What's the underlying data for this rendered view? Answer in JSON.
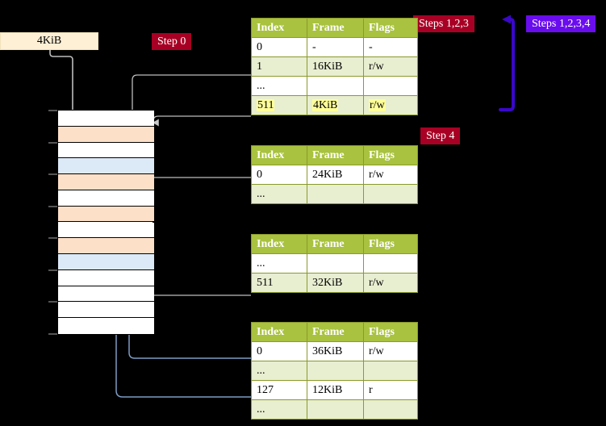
{
  "diagram": {
    "title_badges": [
      {
        "id": "steps-123",
        "label": "Steps 1,2,3",
        "color": "#a80024"
      },
      {
        "id": "steps-1234",
        "label": "Steps 1,2,3,4",
        "color": "#6a0dee"
      },
      {
        "id": "step-4",
        "label": "Step 4",
        "color": "#a80024"
      },
      {
        "id": "step-0",
        "label": "Step 0",
        "color": "#a80024"
      }
    ],
    "frame_box": {
      "label": "4KiB",
      "fill": "#fdf0d5"
    },
    "colors": {
      "table_header_bg": "#a9c23f",
      "table_header_fg": "#ffffff",
      "table_alt_row_bg": "#e8eed0",
      "table_border": "#8a9a2b",
      "highlight": "#ffff99",
      "wire_gray": "#bdbdbd",
      "wire_blue": "#7d9cc4",
      "accent_violet": "#6a0dee",
      "accent_crimson": "#a80024",
      "mem_peach": "#fde0c8",
      "mem_blue": "#dce9f7",
      "background": "#000000"
    },
    "columns": [
      "Index",
      "Frame",
      "Flags"
    ],
    "tables": [
      {
        "id": "pml4-table",
        "rows": [
          {
            "cells": [
              "0",
              "-",
              "-"
            ],
            "alt": false,
            "highlight": false
          },
          {
            "cells": [
              "1",
              "16KiB",
              "r/w"
            ],
            "alt": true,
            "highlight": false
          },
          {
            "cells": [
              "...",
              "",
              ""
            ],
            "alt": false,
            "highlight": false
          },
          {
            "cells": [
              "511",
              "4KiB",
              "r/w"
            ],
            "alt": true,
            "highlight": true
          }
        ]
      },
      {
        "id": "pdp-table",
        "rows": [
          {
            "cells": [
              "0",
              "24KiB",
              "r/w"
            ],
            "alt": false,
            "highlight": false
          },
          {
            "cells": [
              "...",
              "",
              ""
            ],
            "alt": true,
            "highlight": false
          }
        ]
      },
      {
        "id": "pd-table",
        "rows": [
          {
            "cells": [
              "...",
              "",
              ""
            ],
            "alt": false,
            "highlight": false
          },
          {
            "cells": [
              "511",
              "32KiB",
              "r/w"
            ],
            "alt": true,
            "highlight": false
          }
        ]
      },
      {
        "id": "pt-table",
        "rows": [
          {
            "cells": [
              "0",
              "36KiB",
              "r/w"
            ],
            "alt": false,
            "highlight": false
          },
          {
            "cells": [
              "...",
              "",
              ""
            ],
            "alt": true,
            "highlight": false
          },
          {
            "cells": [
              "127",
              "12KiB",
              "r"
            ],
            "alt": false,
            "highlight": false
          },
          {
            "cells": [
              "...",
              "",
              ""
            ],
            "alt": true,
            "highlight": false
          }
        ]
      }
    ],
    "memory_grid": {
      "rows": [
        {
          "fill": "white"
        },
        {
          "fill": "peach"
        },
        {
          "fill": "white"
        },
        {
          "fill": "blue"
        },
        {
          "fill": "peach"
        },
        {
          "fill": "white"
        },
        {
          "fill": "peach"
        },
        {
          "fill": "white"
        },
        {
          "fill": "peach"
        },
        {
          "fill": "blue"
        },
        {
          "fill": "white"
        },
        {
          "fill": "white"
        },
        {
          "fill": "white"
        },
        {
          "fill": "white"
        }
      ]
    }
  }
}
